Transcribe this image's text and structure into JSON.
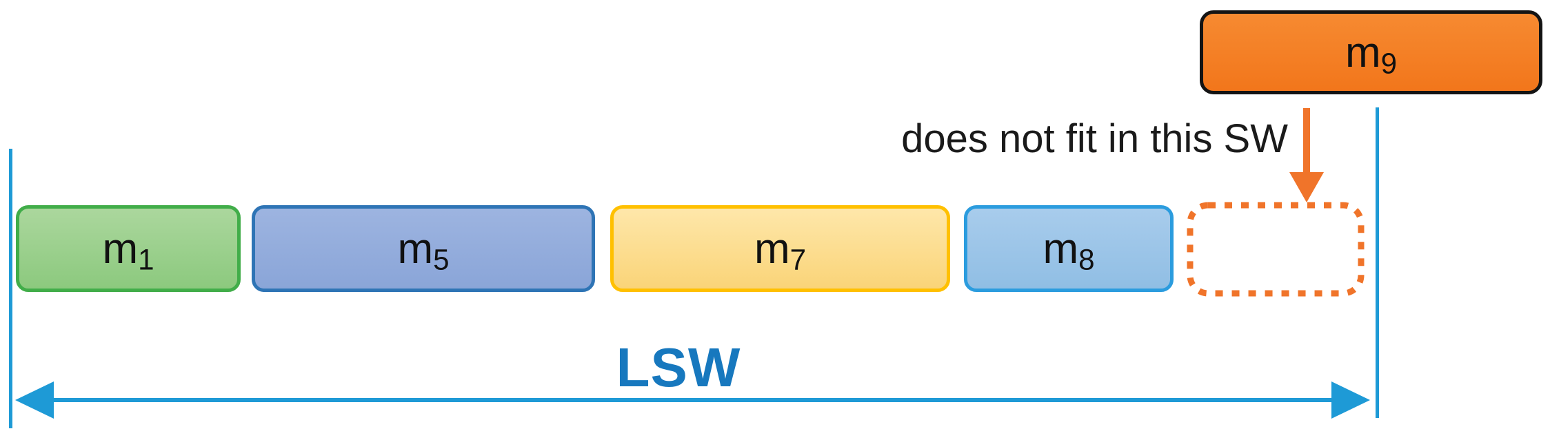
{
  "diagram": {
    "annotation": "does not fit in this SW",
    "window_label": "LSW",
    "blocks": [
      {
        "name": "m1",
        "base": "m",
        "sub": "1",
        "fill": "#9BCF8C",
        "border": "#41AD49"
      },
      {
        "name": "m5",
        "base": "m",
        "sub": "5",
        "fill": "#93ACDC",
        "border": "#2E74B5"
      },
      {
        "name": "m7",
        "base": "m",
        "sub": "7",
        "fill": "#FBDC8F",
        "border": "#FFC000"
      },
      {
        "name": "m8",
        "base": "m",
        "sub": "8",
        "fill": "#9CC5E8",
        "border": "#2B9CDE"
      }
    ],
    "overflow_block": {
      "name": "m9",
      "base": "m",
      "sub": "9",
      "fill": "#F57E20",
      "border": "#000000"
    },
    "empty_slot": {
      "border_color": "#F0742A",
      "border_style": "square-dotted"
    },
    "colors": {
      "boundary_line": "#1E9AD6",
      "lsw_label": "#1778BE",
      "annotation_text": "#1A1A1A",
      "overflow_arrow": "#F0742A"
    }
  }
}
